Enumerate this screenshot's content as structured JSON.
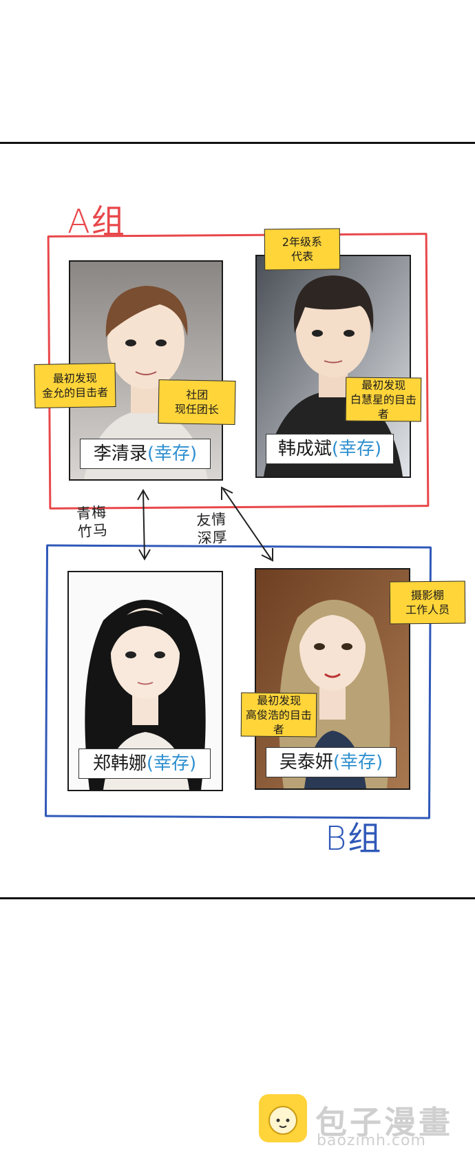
{
  "colors": {
    "group_a": "#e8474a",
    "group_b": "#2f58b8",
    "note_yellow": "#ffd53a",
    "status_blue": "#2e8fcf",
    "watermark_gray": "#cfcfcf"
  },
  "group_a": {
    "title": "A组"
  },
  "group_b": {
    "title": "B组"
  },
  "cards": [
    {
      "name": "李清录",
      "status": "(幸存)"
    },
    {
      "name": "韩成斌",
      "status": "(幸存)"
    },
    {
      "name": "郑韩娜",
      "status": "(幸存)"
    },
    {
      "name": "吴泰妍",
      "status": "(幸存)"
    }
  ],
  "notes": {
    "note_1": [
      "最初发现",
      "金允的目击者"
    ],
    "note_2": [
      "社团",
      "现任团长"
    ],
    "note_3": [
      "2年级系",
      "代表"
    ],
    "note_4": [
      "最初发现",
      "白慧星的目击者"
    ],
    "note_5": [
      "摄影棚",
      "工作人员"
    ],
    "note_6": [
      "最初发现",
      "高俊浩的目击者"
    ]
  },
  "relations": {
    "childhood": [
      "青梅",
      "竹马"
    ],
    "friendship": [
      "友情",
      "深厚"
    ]
  },
  "watermark": {
    "logo_icon": "bun-logo-icon",
    "brand": "包子漫畫",
    "url": "baozimh.com"
  }
}
